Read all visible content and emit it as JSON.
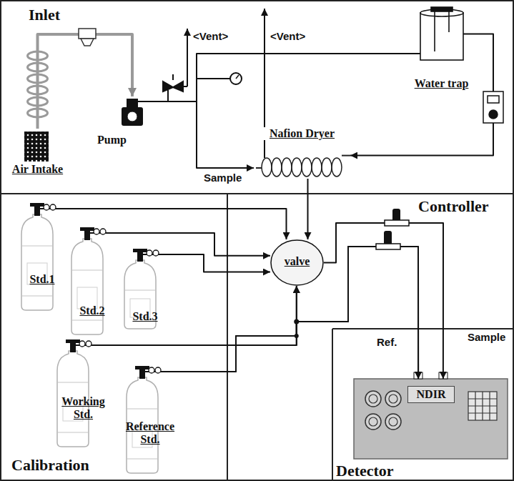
{
  "diagram": {
    "nodes": [
      {
        "text": [
          "Inlet"
        ]
      },
      {
        "text": [
          "Air Intake"
        ],
        "in": 0
      },
      {
        "text": [
          "Pump"
        ],
        "in": 0
      },
      {
        "text": [
          "Water trap"
        ],
        "in": 0
      },
      {
        "text": [
          "Nafion Dryer"
        ],
        "in": 0
      },
      {
        "text": [
          "Calibration"
        ]
      },
      {
        "text": [
          "Std.1"
        ],
        "in": 5
      },
      {
        "text": [
          "Std.2"
        ],
        "in": 5
      },
      {
        "text": [
          "Std.3"
        ],
        "in": 5
      },
      {
        "text": [
          "Working Std."
        ],
        "in": 5
      },
      {
        "text": [
          "Reference Std."
        ],
        "in": 5
      },
      {
        "text": [
          "Controller"
        ]
      },
      {
        "text": [
          "valve"
        ],
        "in": 11
      },
      {
        "text": [
          "Detector"
        ]
      },
      {
        "text": [
          "NDIR"
        ],
        "in": 13
      }
    ],
    "edges": [
      {
        "from": 1,
        "to": 2,
        "arrow": "to"
      },
      {
        "from": 2,
        "to": 3,
        "arrow": "none"
      },
      {
        "from": 3,
        "to": 4,
        "arrow": "to"
      },
      {
        "from": 2,
        "to": 4,
        "label": "Sample",
        "arrow": "to"
      },
      {
        "from": 4,
        "to": 12,
        "arrow": "to"
      },
      {
        "from": 6,
        "to": 12,
        "arrow": "to"
      },
      {
        "from": 7,
        "to": 12,
        "arrow": "to"
      },
      {
        "from": 8,
        "to": 12,
        "arrow": "to"
      },
      {
        "from": 9,
        "to": 12,
        "arrow": "to"
      },
      {
        "from": 10,
        "to": 12,
        "arrow": "to"
      },
      {
        "from": 12,
        "to": 14,
        "arrow": "to"
      },
      {
        "from": 9,
        "to": 14,
        "arrow": "to"
      },
      {
        "from": 10,
        "to": 14,
        "arrow": "to"
      }
    ],
    "labels": [
      "<Vent>",
      "<Vent>",
      "Ref.",
      "Sample"
    ]
  }
}
